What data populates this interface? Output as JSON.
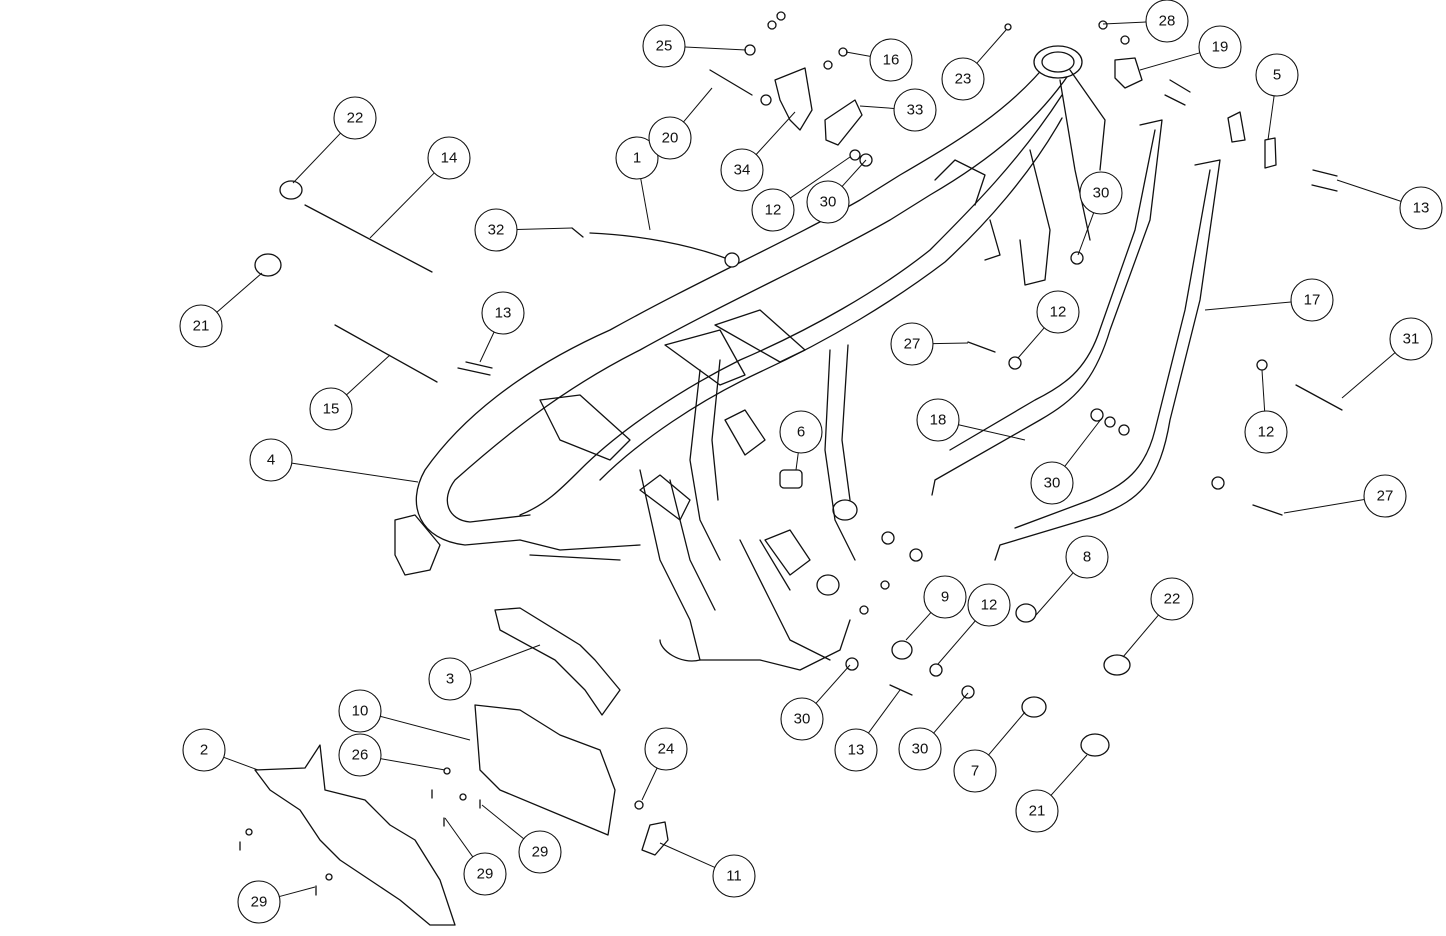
{
  "callouts": [
    {
      "label": "1"
    },
    {
      "label": "2"
    },
    {
      "label": "3"
    },
    {
      "label": "4"
    },
    {
      "label": "5"
    },
    {
      "label": "6"
    },
    {
      "label": "7"
    },
    {
      "label": "8"
    },
    {
      "label": "9"
    },
    {
      "label": "10"
    },
    {
      "label": "11"
    },
    {
      "label": "12"
    },
    {
      "label": "12"
    },
    {
      "label": "12"
    },
    {
      "label": "12"
    },
    {
      "label": "13"
    },
    {
      "label": "13"
    },
    {
      "label": "13"
    },
    {
      "label": "14"
    },
    {
      "label": "15"
    },
    {
      "label": "16"
    },
    {
      "label": "17"
    },
    {
      "label": "18"
    },
    {
      "label": "19"
    },
    {
      "label": "20"
    },
    {
      "label": "21"
    },
    {
      "label": "21"
    },
    {
      "label": "22"
    },
    {
      "label": "22"
    },
    {
      "label": "23"
    },
    {
      "label": "24"
    },
    {
      "label": "25"
    },
    {
      "label": "26"
    },
    {
      "label": "27"
    },
    {
      "label": "27"
    },
    {
      "label": "28"
    },
    {
      "label": "29"
    },
    {
      "label": "29"
    },
    {
      "label": "29"
    },
    {
      "label": "30"
    },
    {
      "label": "30"
    },
    {
      "label": "30"
    },
    {
      "label": "30"
    },
    {
      "label": "30"
    },
    {
      "label": "31"
    },
    {
      "label": "32"
    },
    {
      "label": "33"
    },
    {
      "label": "34"
    }
  ]
}
